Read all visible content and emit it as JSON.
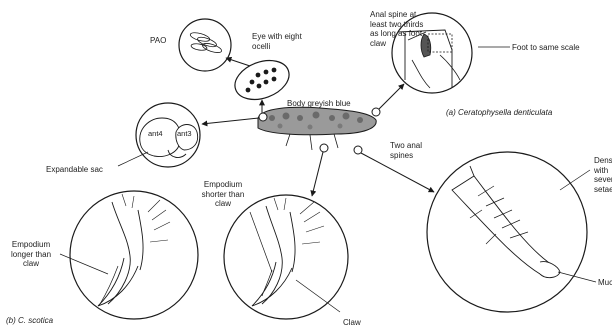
{
  "labels": {
    "pao": "PAO",
    "eye": "Eye with eight ocelli",
    "anal_spine_length": "Anal spine at least two thirds as long as foot claw",
    "foot_scale": "Foot to same scale",
    "body_colour": "Body greyish blue",
    "two_anal_spines": "Two anal spines",
    "species_a": "(a) Ceratophysella denticulata",
    "ant4": "ant4",
    "ant3": "ant3",
    "expandable_sac": "Expandable sac",
    "empodium_shorter": "Empodium shorter than claw",
    "empodium_longer": "Empodium longer than claw",
    "species_b": "(b) C. scotica",
    "claw": "Claw",
    "dens": "Dens with seven setae",
    "mucro": "Mucro"
  },
  "colors": {
    "line": "#1a1a1a",
    "body_fill": "#9a9a9a",
    "background": "#ffffff"
  }
}
